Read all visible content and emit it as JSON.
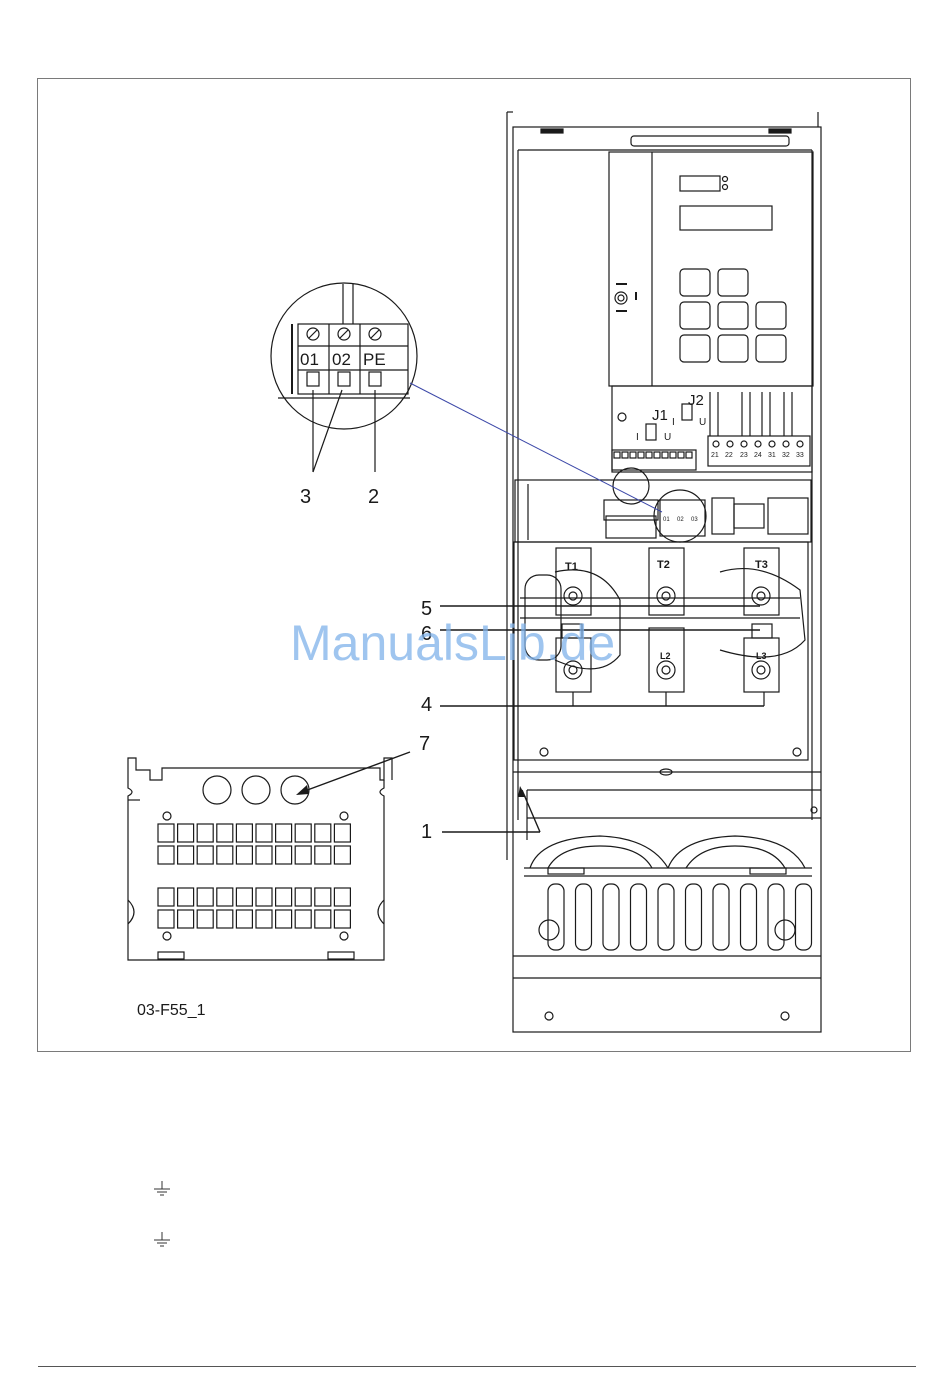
{
  "figure": {
    "id_label": "03-F55_1",
    "watermark": "ManualsLib.de",
    "callouts": {
      "c1": "1",
      "c2": "2",
      "c3": "3",
      "c4": "4",
      "c5": "5",
      "c6": "6",
      "c7": "7"
    },
    "zoom_terminals": [
      "01",
      "02",
      "PE"
    ],
    "jumpers": {
      "j1": "J1",
      "j2": "J2",
      "i": "I",
      "u": "U"
    },
    "control_terminals": [
      "21",
      "22",
      "23",
      "24",
      "31",
      "32",
      "33"
    ],
    "power_top": [
      "T1",
      "T2",
      "T3"
    ],
    "power_bottom": [
      "L2",
      "L3"
    ],
    "small_terminals": [
      "01",
      "02",
      "03"
    ],
    "colors": {
      "watermark": "#7fb2ea",
      "leader_blue": "#3c48a8",
      "line": "#1a1a1a"
    }
  },
  "ground_symbols": [
    "ground-icon",
    "ground-icon"
  ]
}
